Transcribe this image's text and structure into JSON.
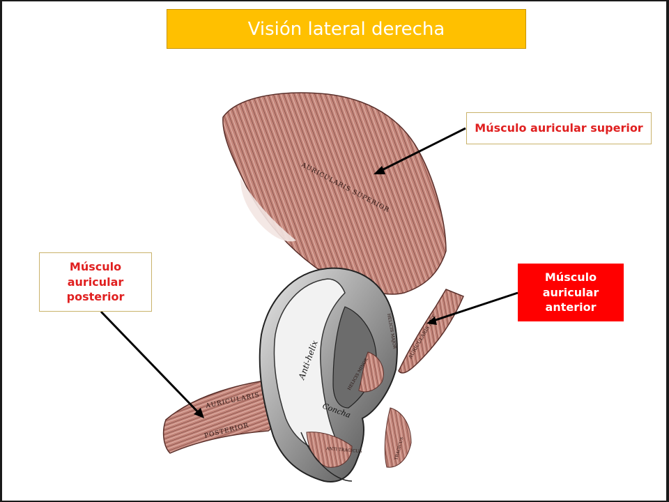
{
  "title": "Visión lateral derecha",
  "labels": {
    "superior": "Músculo  auricular superior",
    "posterior": "Músculo\nauricular\nposterior",
    "anterior": "Músculo\nauricular\nanterior"
  },
  "illustration_text": {
    "superior_muscle": "AURICULARIS SUPERIOR",
    "posterior_muscle_1": "AURICULARIS",
    "posterior_muscle_2": "POSTERIOR",
    "anterior_muscle": "AURICULARIS ANT.",
    "antihelix": "Anti-helix",
    "concha": "Concha",
    "helicis_major": "HELICIS MAJOR",
    "helicis_minor": "HELICIS MINOR",
    "anti_tragicus": "ANTI TRAGICUS",
    "tragicus": "TRAGICUS"
  },
  "colors": {
    "title_bg": "#ffc000",
    "label_text_red": "#e02020",
    "anterior_bg": "#ff0000",
    "muscle": "#c4857a"
  }
}
